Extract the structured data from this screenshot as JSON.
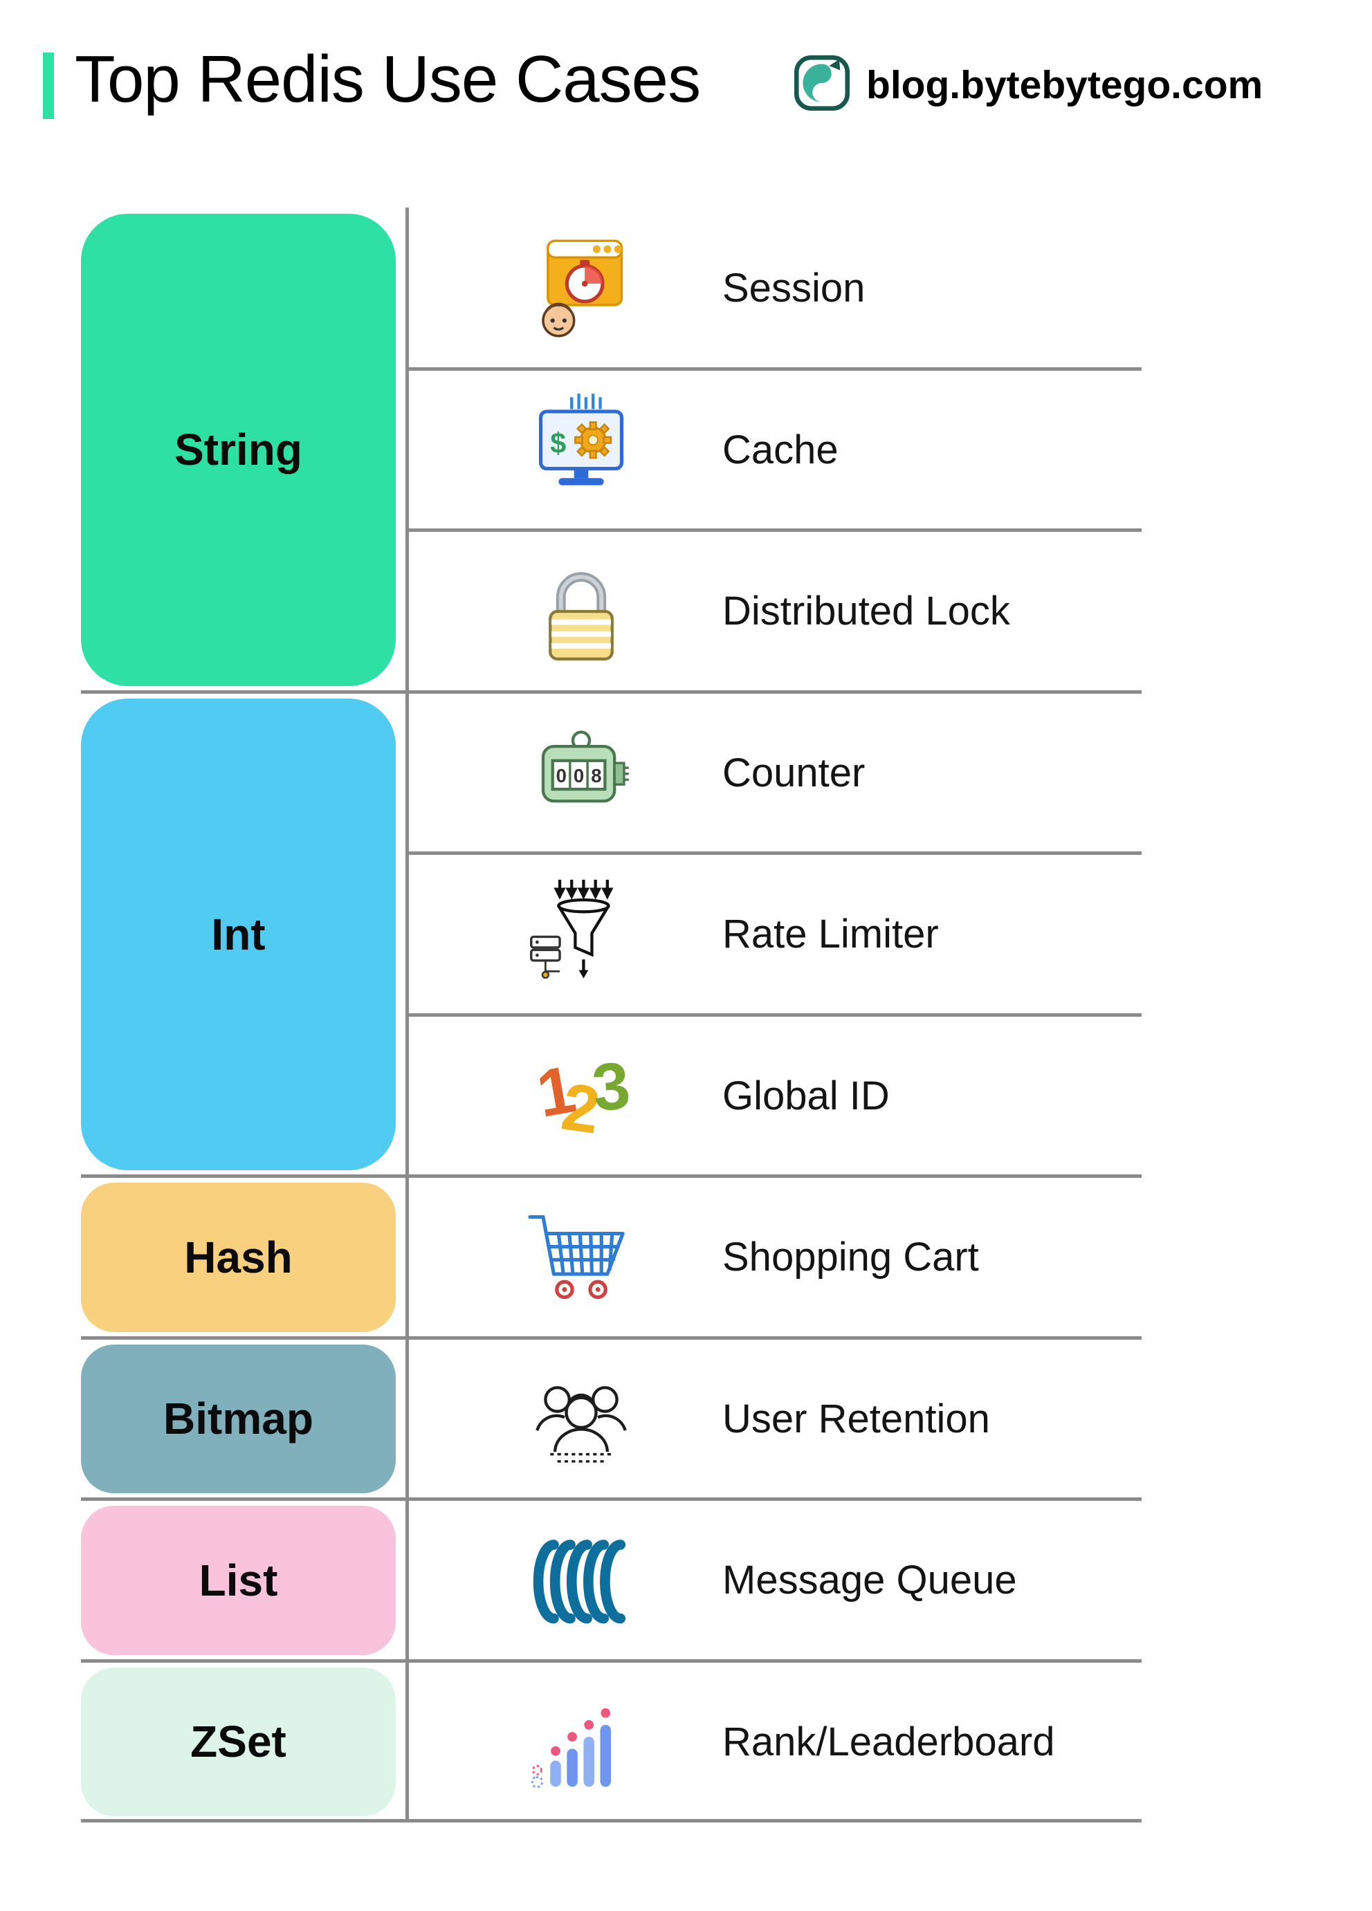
{
  "header": {
    "title": "Top Redis Use Cases",
    "accent_color": "#2EE0A4",
    "site": "blog.bytebytego.com"
  },
  "table": {
    "divider_color": "#8B8B8B",
    "groups": [
      {
        "label": "String",
        "color": "#2EE0A4"
      },
      {
        "label": "Int",
        "color": "#52CBF3"
      },
      {
        "label": "Hash",
        "color": "#F9D07E"
      },
      {
        "label": "Bitmap",
        "color": "#7FB0BC"
      },
      {
        "label": "List",
        "color": "#F9C3DC"
      },
      {
        "label": "ZSet",
        "color": "#DDF5E9"
      }
    ],
    "rows": [
      {
        "icon": "session-icon",
        "label": "Session",
        "group": "String"
      },
      {
        "icon": "cache-icon",
        "label": "Cache",
        "group": "String"
      },
      {
        "icon": "distributed-lock-icon",
        "label": "Distributed Lock",
        "group": "String"
      },
      {
        "icon": "counter-icon",
        "label": "Counter",
        "group": "Int"
      },
      {
        "icon": "rate-limiter-icon",
        "label": "Rate Limiter",
        "group": "Int"
      },
      {
        "icon": "global-id-icon",
        "label": "Global ID",
        "group": "Int"
      },
      {
        "icon": "shopping-cart-icon",
        "label": "Shopping Cart",
        "group": "Hash"
      },
      {
        "icon": "user-retention-icon",
        "label": "User Retention",
        "group": "Bitmap"
      },
      {
        "icon": "message-queue-icon",
        "label": "Message Queue",
        "group": "List"
      },
      {
        "icon": "rank-leaderboard-icon",
        "label": "Rank/Leaderboard",
        "group": "ZSet"
      }
    ],
    "global_id_digits": [
      "1",
      "2",
      "3"
    ],
    "counter_digits": [
      "0",
      "0",
      "8"
    ],
    "cache_dollar": "$"
  }
}
